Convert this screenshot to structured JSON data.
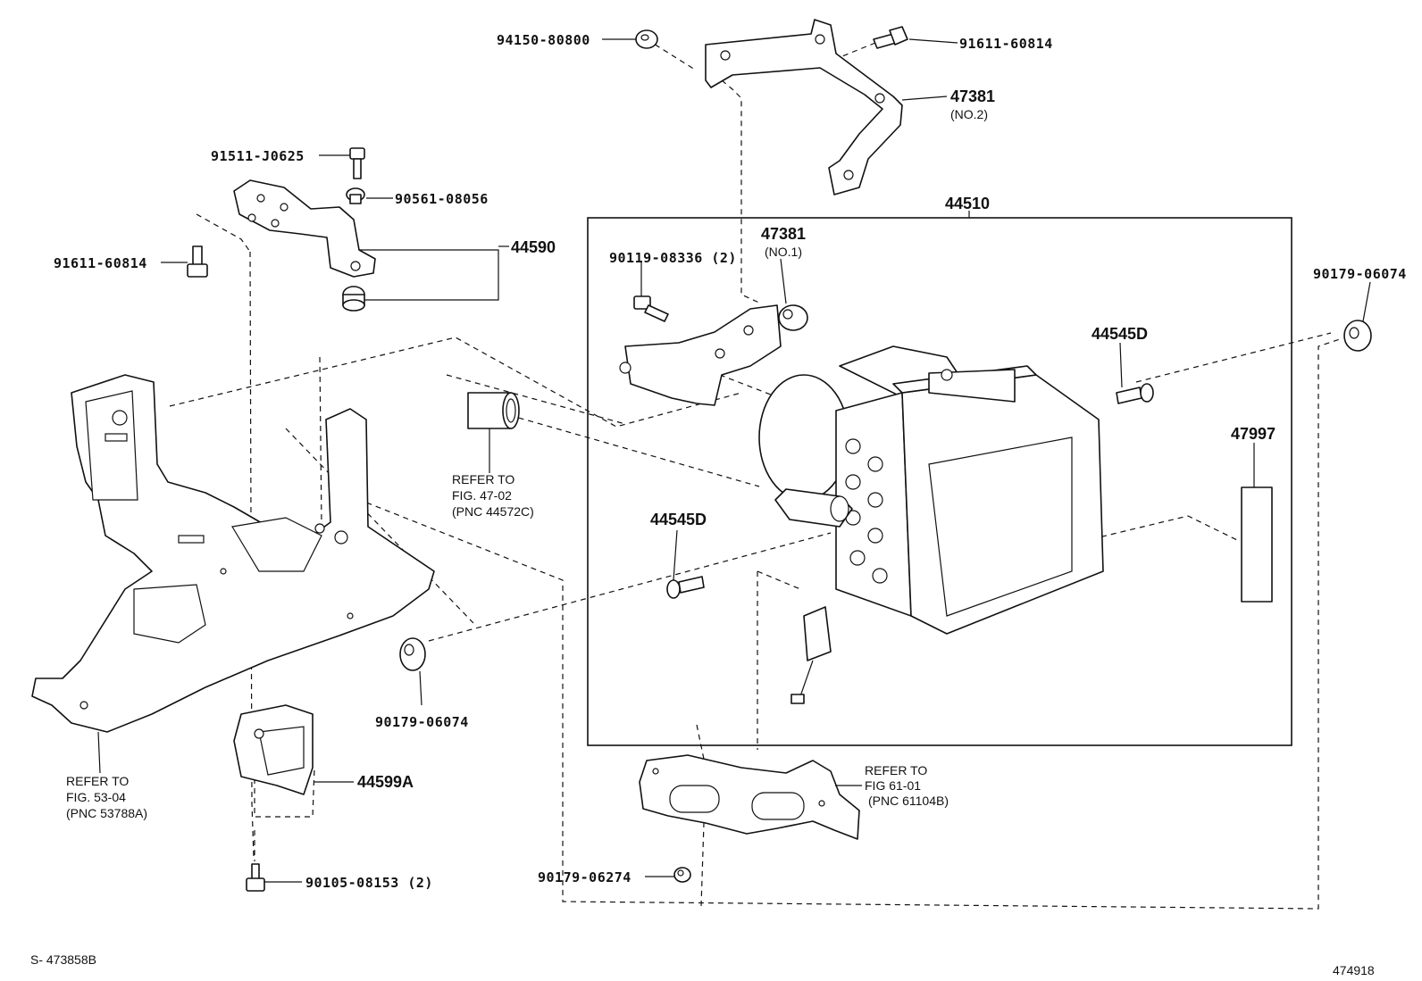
{
  "diagram_id": "S- 473858B",
  "page_number": "474918",
  "parts": {
    "nut_94150": "94150-80800",
    "bolt_91611_top": "91611-60814",
    "bracket_47381_no2": "47381",
    "bracket_47381_no2_sub": "(NO.2)",
    "bolt_91511": "91511-J0625",
    "cushion_90561": "90561-08056",
    "bracket_44590": "44590",
    "bolt_91611_left": "91611-60814",
    "actuator_44510": "44510",
    "bolt_90119": "90119-08336 (2)",
    "bracket_47381_no1": "47381",
    "bracket_47381_no1_sub": "(NO.1)",
    "stud_44545d_upper": "44545D",
    "stud_44545d_lower": "44545D",
    "label_47997": "47997",
    "cushion_90179_right": "90179-06074",
    "cushion_90179_left": "90179-06074",
    "bracket_44599a": "44599A",
    "bolt_90105": "90105-08153 (2)",
    "cushion_90179_bottom": "90179-06274"
  },
  "references": {
    "ref_47_02": [
      "REFER TO",
      "FIG. 47-02",
      "(PNC 44572C)"
    ],
    "ref_53_04": [
      "REFER TO",
      "FIG. 53-04",
      "(PNC 53788A)"
    ],
    "ref_61_01": [
      "REFER TO",
      "FIG 61-01",
      "(PNC 61104B)"
    ]
  }
}
